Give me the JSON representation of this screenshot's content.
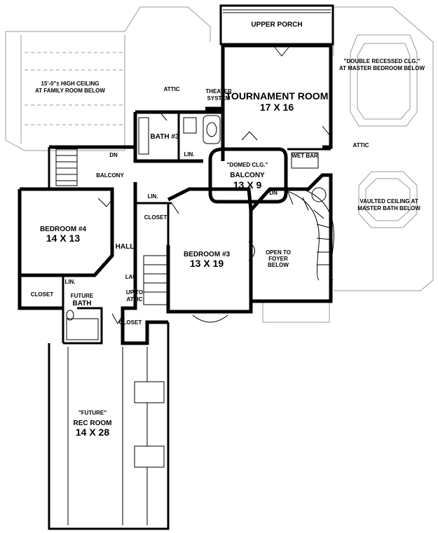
{
  "labels": {
    "upper_porch": "UPPER PORCH",
    "double_recessed_1": "\"DOUBLE RECESSED CLG.\"",
    "double_recessed_2": "AT MASTER BEDROOM BELOW",
    "high_ceiling_1": "15'-0\"± HIGH CEILING",
    "high_ceiling_2": "AT FAMILY ROOM BELOW",
    "attic_top": "ATTIC",
    "attic_right": "ATTIC",
    "theater_1": "THEATER",
    "theater_2": "SYSTEM",
    "tournament_name": "TOURNAMENT ROOM",
    "tournament_size": "17 X 16",
    "bath3": "BATH #3",
    "lin_bath": "LIN.",
    "dn_left": "DN",
    "balcony_small": "BALCONY",
    "domed": "\"DOMED CLG.\"",
    "balcony_name": "BALCONY",
    "balcony_size": "13 X 9",
    "wet_bar": "WET BAR",
    "dn_stair": "DN",
    "vaulted_1": "VAULTED CEILING AT",
    "vaulted_2": "MASTER BATH BELOW",
    "lin_hall": "LIN.",
    "closet_mid": "CLOSET",
    "bedroom4_name": "BEDROOM #4",
    "bedroom4_size": "14 X 13",
    "hall": "HALL",
    "bedroom3_name": "BEDROOM #3",
    "bedroom3_size": "13 X 19",
    "open_foyer_1": "OPEN TO",
    "open_foyer_2": "FOYER",
    "open_foyer_3": "BELOW",
    "lau": "LAU",
    "lin_small": "LIN.",
    "closet_left": "CLOSET",
    "future_bath_1": "FUTURE",
    "future_bath_2": "BATH",
    "up_attic_1": "UP TO",
    "up_attic_2": "ATTIC",
    "closet_lower": "CLOSET",
    "future_rec": "\"FUTURE\"",
    "rec_room": "REC ROOM",
    "rec_size": "14 X 28"
  }
}
